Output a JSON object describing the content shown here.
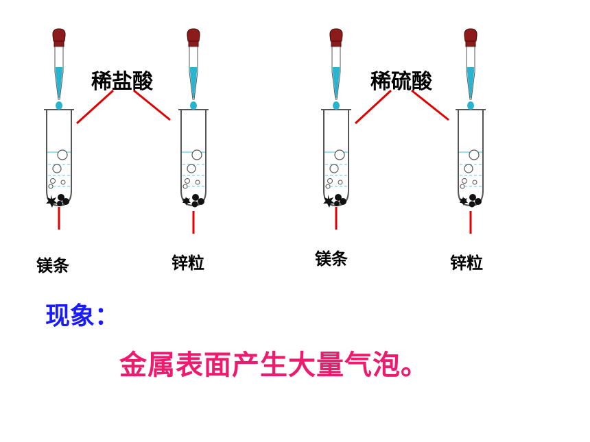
{
  "acid_labels": [
    "稀盐酸",
    "稀硫酸"
  ],
  "metal_labels": [
    "镁条",
    "锌粒",
    "镁条",
    "锌粒"
  ],
  "phenomenon": {
    "label": "现象：",
    "text": "金属表面产生大量气泡。"
  },
  "colors": {
    "liquid": "#29b5cf",
    "water_line": "#7fd3e3",
    "dropper_bulb": "#8c1c1c",
    "pointer_line": "#e00000",
    "phenomenon_label": "#1a1aff",
    "phenomenon_text": "#ee1a6e"
  },
  "tube_metals": [
    "magnesium",
    "zinc",
    "magnesium",
    "zinc"
  ]
}
